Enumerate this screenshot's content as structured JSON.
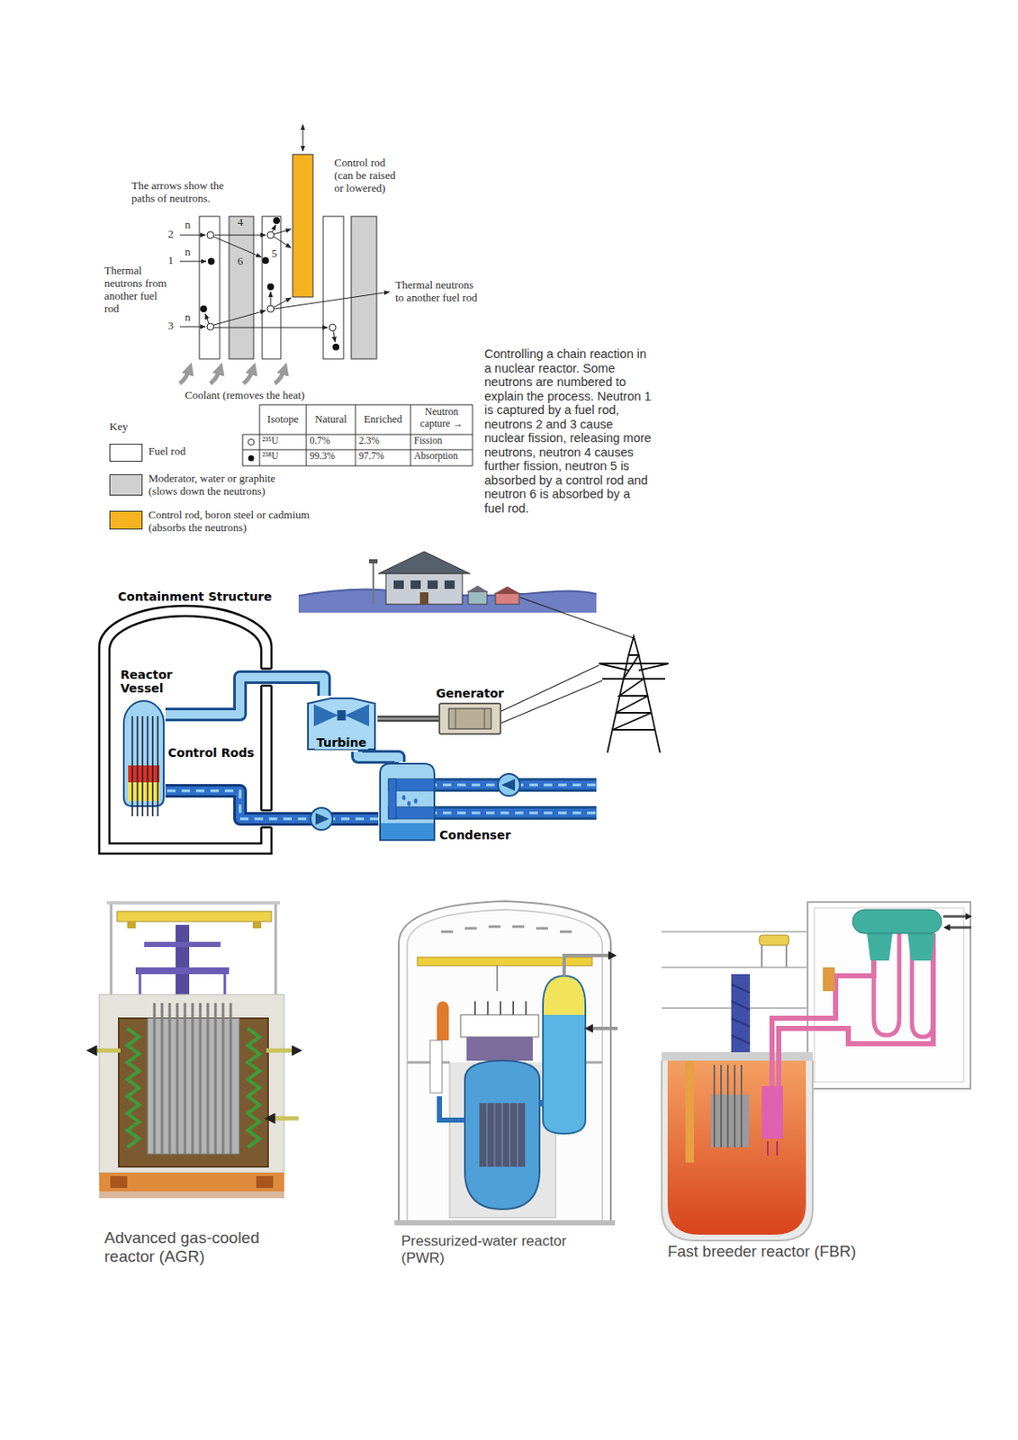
{
  "diagram": {
    "caption": "Controlling a chain reaction in a nuclear reactor. Some neutrons are numbered to explain the process. Neutron 1 is captured by a fuel rod, neutrons 2 and 3 cause nuclear fission, releasing more neutrons, neutron 4 causes further fission, neutron 5 is absorbed by a control rod and neutron 6 is absorbed by a fuel rod.",
    "nodes": [
      {
        "text": [
          "Containment Structure"
        ]
      },
      {
        "text": [
          "Reactor Vessel"
        ],
        "in": 0
      },
      {
        "text": [
          "Turbine"
        ]
      },
      {
        "text": [
          "Generator"
        ]
      },
      {
        "text": [
          "Condenser"
        ]
      }
    ],
    "edges": [
      {
        "from": 1,
        "to": 2,
        "arrow": "none"
      },
      {
        "from": 2,
        "to": 3,
        "arrow": "none"
      },
      {
        "from": 2,
        "to": 4,
        "arrow": "none"
      },
      {
        "from": 4,
        "to": 1,
        "arrow": "none"
      }
    ],
    "labels": [
      "The arrows show the paths of neutrons.",
      "Control rod (can be raised or lowered)",
      "n",
      "2",
      "n",
      "1",
      "4",
      "6",
      "5",
      "Thermal neutrons from another fuel rod",
      "Thermal neutrons to another fuel rod",
      "n",
      "3",
      "Coolant (removes the heat)",
      "Key",
      "Isotope",
      "Natural",
      "Enriched",
      "Neutron capture →",
      "²³⁵U",
      "0.7%",
      "2.3%",
      "Fission",
      "²³⁸U",
      "99.3%",
      "97.7%",
      "Absorption",
      "Control Rods",
      "Advanced gas-cooled reactor (AGR)",
      "Pressurized-water reactor (PWR)",
      "Fast breeder reactor (FBR)"
    ],
    "legend": [
      {
        "text": "Fuel rod",
        "color": "#ffffff"
      },
      {
        "text": "Moderator, water or graphite (slows down the neutrons)",
        "color": "#d0d0d0"
      },
      {
        "text": "Control rod, boron steel or cadmium (absorbs the neutrons)",
        "color": "#f5b320"
      }
    ]
  }
}
